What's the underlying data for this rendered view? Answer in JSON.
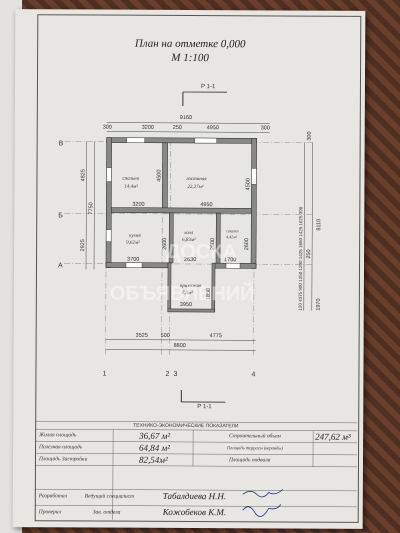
{
  "sheet": {
    "title": "План на отметке 0,000",
    "scale": "М 1:100"
  },
  "section_marks": {
    "top": "Р 1-1",
    "bottom": "Р 1-1"
  },
  "axes": {
    "rows": [
      "В",
      "Б",
      "А"
    ],
    "columns": [
      "1",
      "2",
      "3",
      "4"
    ]
  },
  "dimensions": {
    "top_total": "9160",
    "top_left_offset": "300",
    "top_room_1": "3200",
    "top_wall": "250",
    "top_room_2": "4950",
    "top_right_offset": "300",
    "left_v_1": "4825",
    "left_v_2": "7750",
    "left_v_3": "2925",
    "inner_bedroom_h": "4500",
    "inner_bedroom_w": "3200",
    "inner_living_w": "4950",
    "inner_living_h": "4500",
    "inner_kitchen_w": "3700",
    "inner_kitchen_h": "2600",
    "inner_hall_w": "2630",
    "inner_hall_h": "2600",
    "inner_bath_w": "1700",
    "inner_bath_h": "2600",
    "inner_porch_w": "3950",
    "inner_porch_h": "1850",
    "bottom_1": "3525",
    "bottom_2": "500",
    "bottom_3": "4775",
    "bottom_total": "8800",
    "right_chain": "120 4375 900 1250 1200 1425 1650 1425 1625 300",
    "right_total": "8110",
    "right_v_1": "1970",
    "right_v_2": "250",
    "right_v_3": "300"
  },
  "rooms": {
    "bedroom_name": "спальня",
    "bedroom_area": "14,4м²",
    "living_name": "гостиная",
    "living_area": "22,27м²",
    "kitchen_name": "кухня",
    "kitchen_area": "9,62м²",
    "hall_name": "холл",
    "hall_area": "6,83м²",
    "bath_name": "санузел",
    "bath_area": "4,42м²",
    "porch_name": "прихожая",
    "porch_area": "7,3м²"
  },
  "table": {
    "heading": "ТЕХНИКО-ЭКОНОМИЧЕСКИЕ ПОКАЗАТЕЛИ",
    "row1_label": "Жилая площадь",
    "row1_value": "36,67 м²",
    "row2_label": "Полезная площадь",
    "row2_value": "64,84 м²",
    "row3_label": "Площадь Застройки",
    "row3_value": "82,54м²",
    "right1_label": "Строительный объем",
    "right1_value": "247,62 м³",
    "right2_label": "Площадь террасы (веранды)",
    "right3_label": "Площадь подвала",
    "sign1_role": "Разработал",
    "sign1_post": "Ведущий специалист",
    "sign1_name": "Табалдиева Н.Н.",
    "sign2_role": "Проверил",
    "sign2_post": "Зав. отдела",
    "sign2_name": "Кожобеков К.М."
  },
  "watermark": {
    "line1": "ДОСКА",
    "line2": "ОБЪЯВЛЕНИЙ"
  }
}
